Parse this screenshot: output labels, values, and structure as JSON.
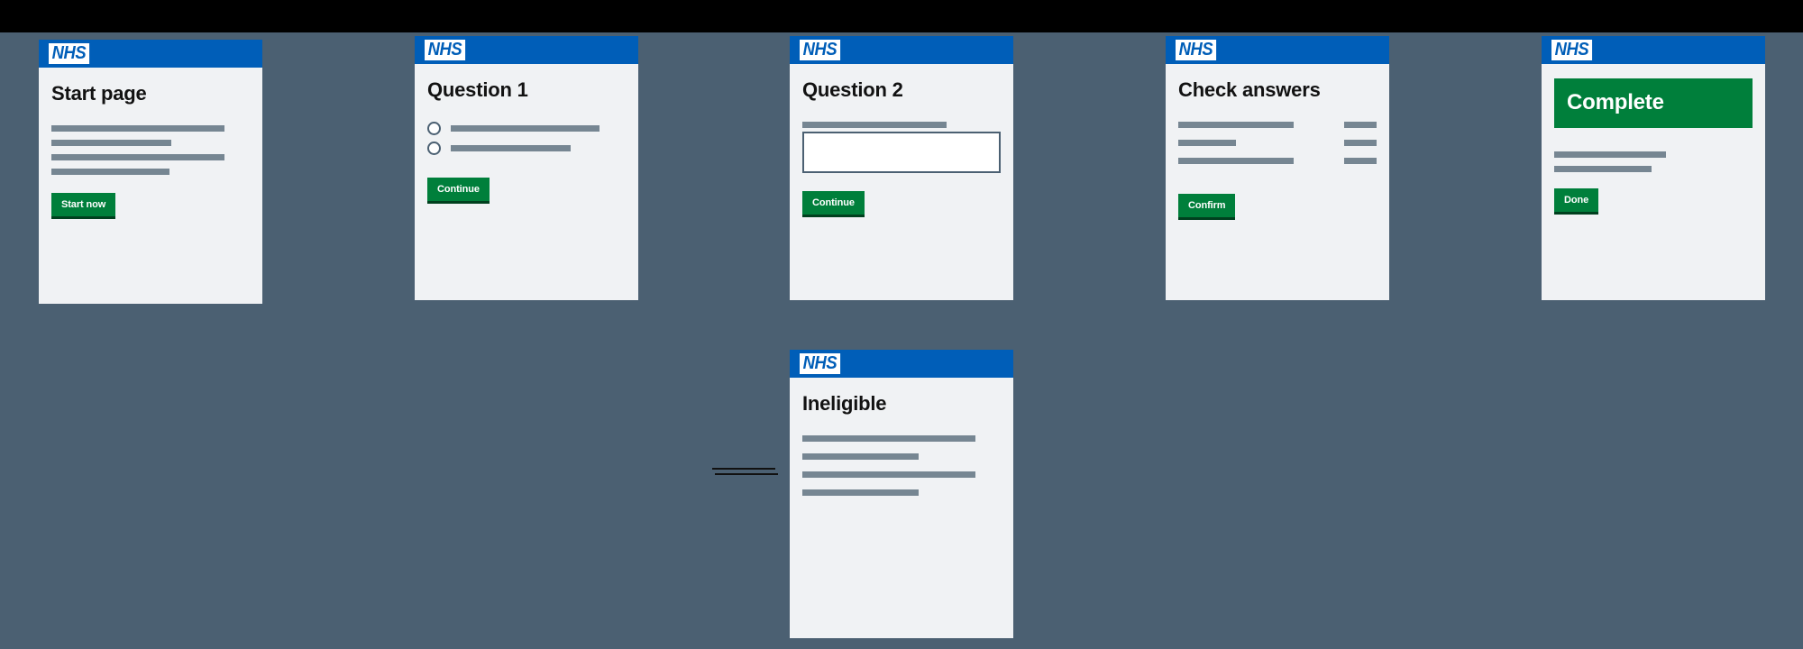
{
  "board": {
    "background_color": "#4b6072",
    "top_band_color": "#000000",
    "brand_blue": "#005eb8",
    "brand_green": "#007f3b",
    "placeholder_grey": "#768692",
    "card_background": "#f0f2f4"
  },
  "logo": {
    "text": "NHS",
    "name": "nhs-logo"
  },
  "cards": [
    {
      "id": "start-page",
      "title": "Start page",
      "button": "Start now",
      "lines": [
        168,
        120,
        168,
        120
      ]
    },
    {
      "id": "question-1",
      "title": "Question 1",
      "button": "Continue",
      "options": [
        165,
        133
      ]
    },
    {
      "id": "question-2",
      "title": "Question 2",
      "button": "Continue",
      "label_line": 172,
      "input_value": "",
      "input_placeholder": ""
    },
    {
      "id": "check-answers",
      "title": "Check answers",
      "button": "Confirm",
      "rows": [
        {
          "question": 128,
          "answer": 36
        },
        {
          "question": 64,
          "answer": 36
        },
        {
          "question": 128,
          "answer": 36
        }
      ]
    },
    {
      "id": "complete",
      "title": "Complete",
      "panel": true,
      "button": "Done",
      "lines": [
        128,
        110
      ]
    },
    {
      "id": "ineligible",
      "title": "Ineligible",
      "lines": [
        155,
        104,
        155,
        104
      ]
    }
  ]
}
